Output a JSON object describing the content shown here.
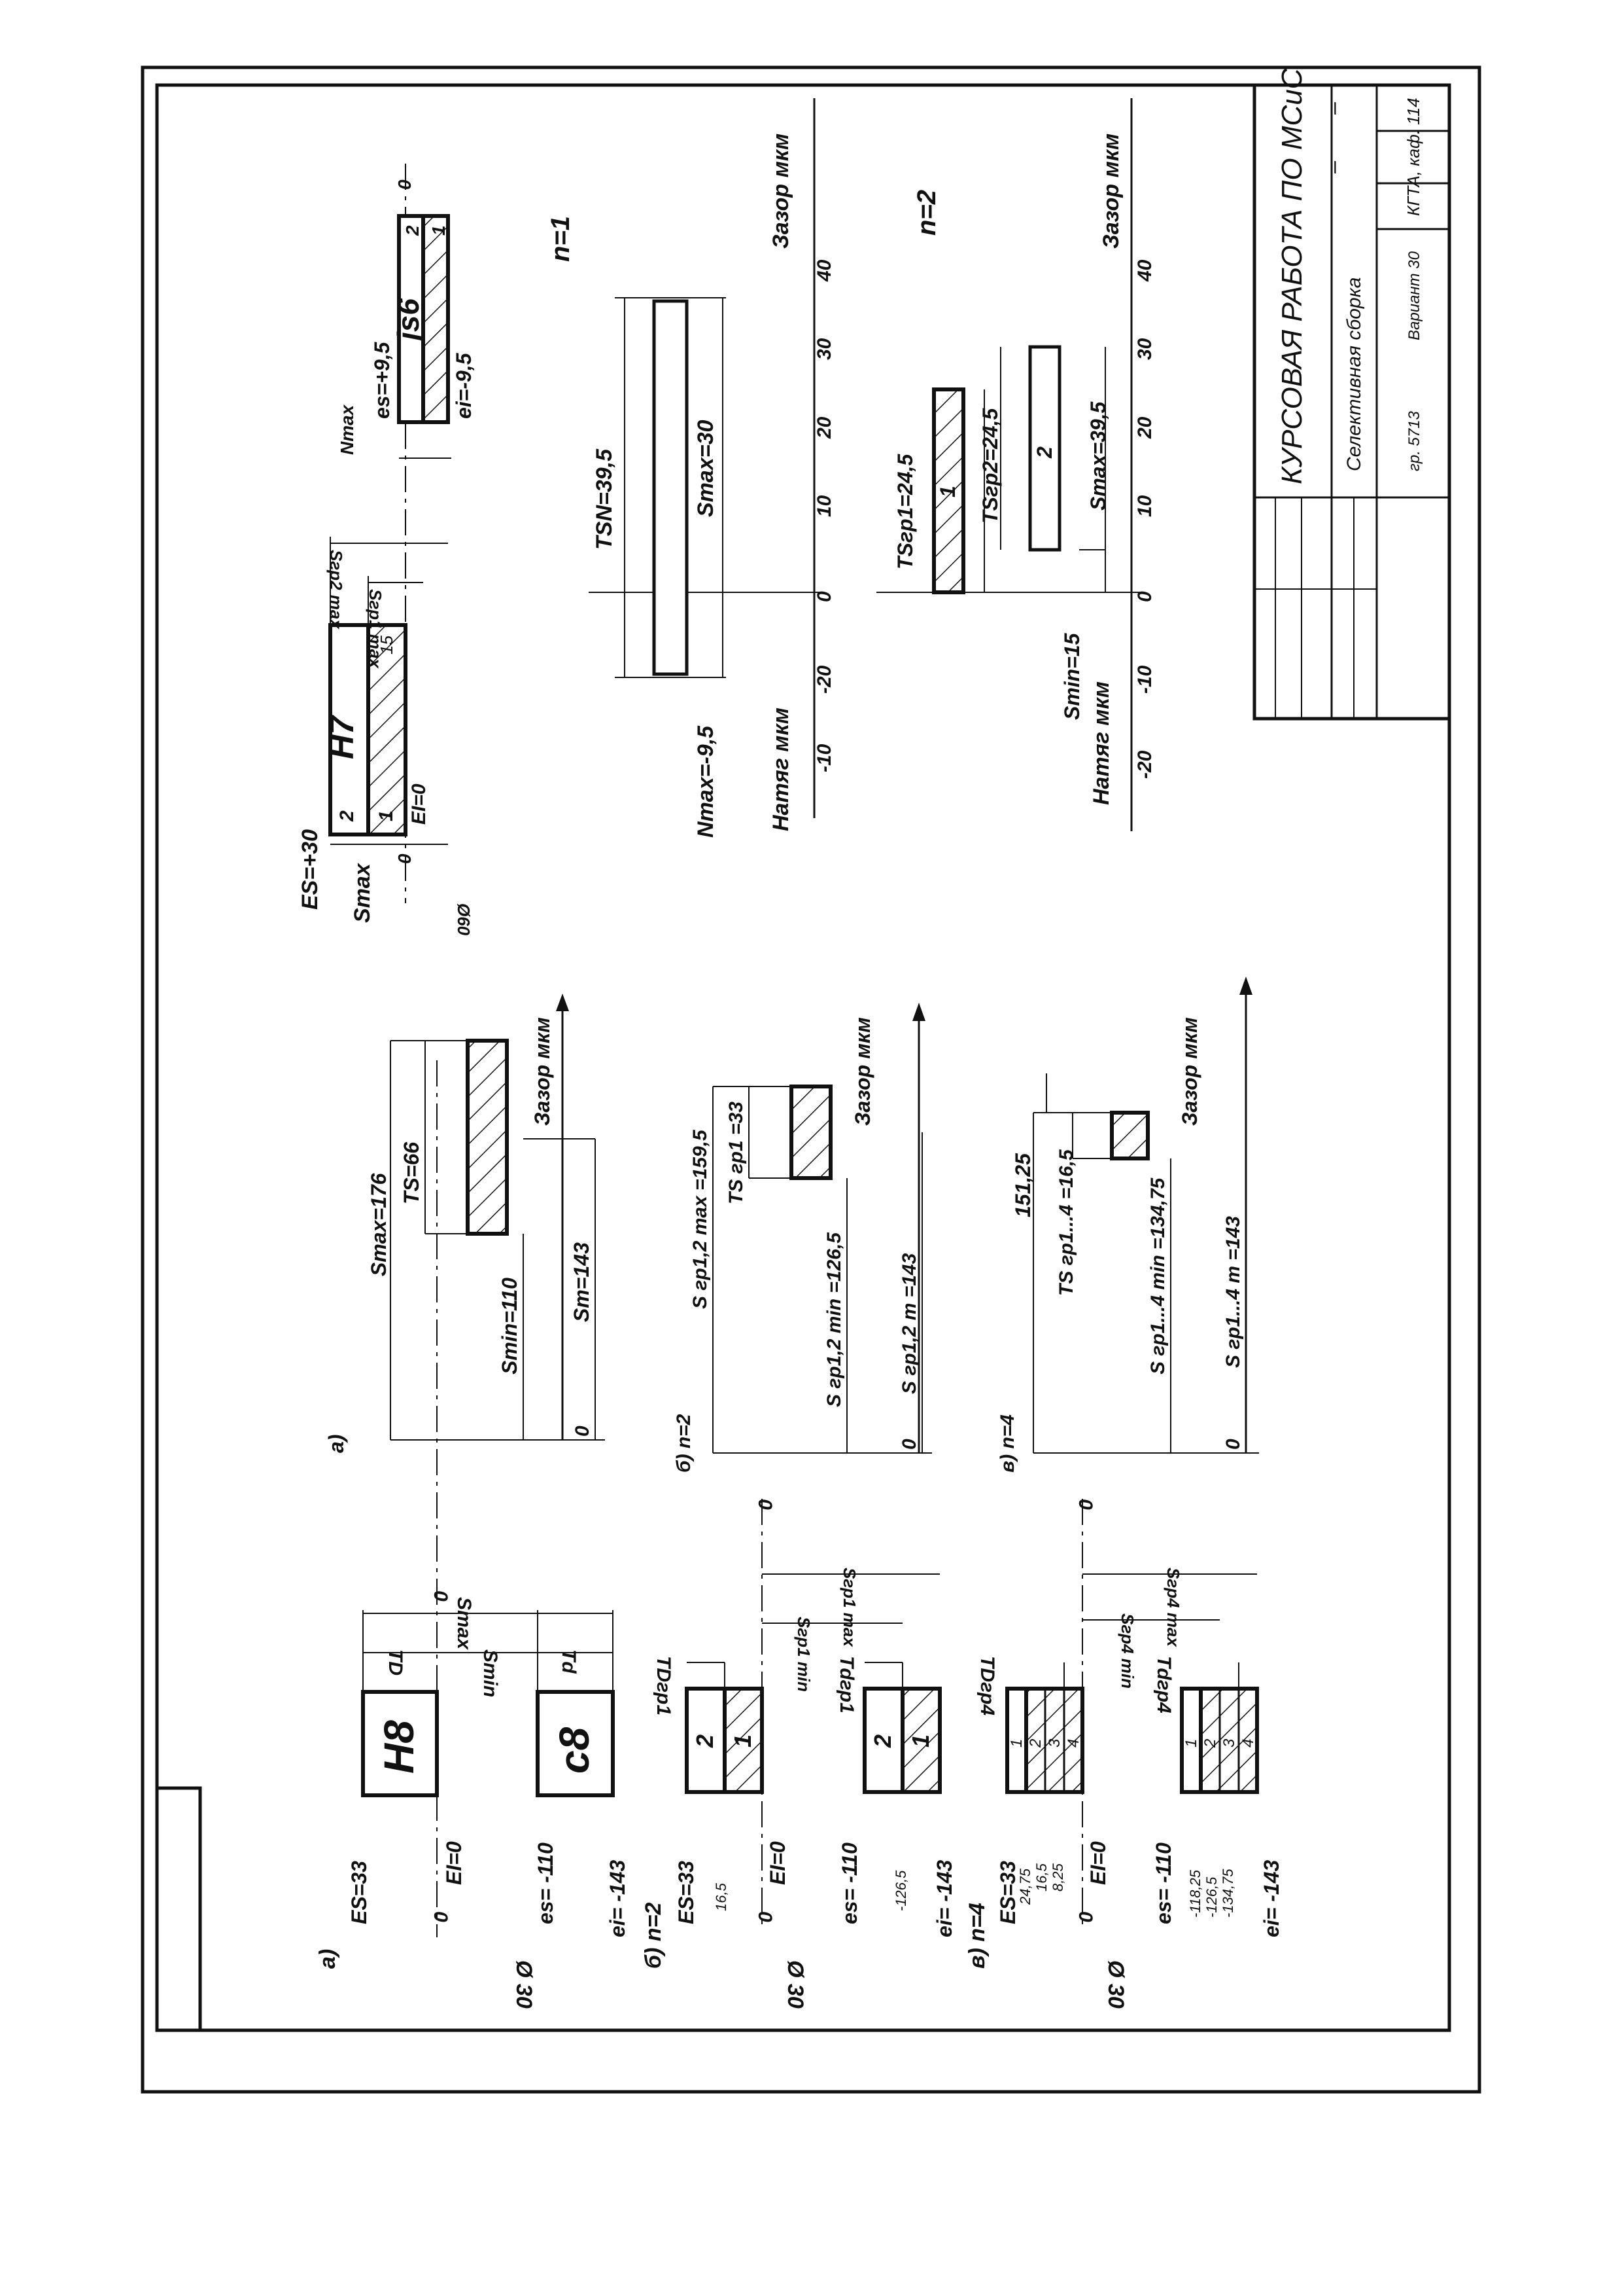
{
  "title_block": {
    "title": "КУРСОВАЯ РАБОТА ПО МСиС",
    "subtitle": "Селективная сборка",
    "group": "гр. 5713",
    "variant": "Вариант 30",
    "org": "КГТА, каф. 114",
    "dash1": "–",
    "dash2": "–"
  },
  "left": {
    "a": {
      "label": "а)",
      "hole": "H8",
      "shaft": "c8",
      "ES": "ES=33",
      "EI": "EI=0",
      "es": "es= -110",
      "ei": "ei= -143",
      "TD": "TD",
      "Td": "Td",
      "Smin": "Smin",
      "Smax": "Smax",
      "diam": "Ø 30",
      "zero": "0"
    },
    "b": {
      "label": "б) n=2",
      "ES": "ES=33",
      "EI": "EI=0",
      "es": "es= -110",
      "ei": "ei= -143",
      "mid_hole": "16,5",
      "mid_shaft": "-126,5",
      "TD": "TDгр1",
      "Td": "Tdгр1",
      "Smin": "Sгр1 min",
      "Smax": "Sгр1 max",
      "g1": "1",
      "g2": "2",
      "diam": "Ø 30",
      "zero": "0"
    },
    "c": {
      "label": "в) n=4",
      "ES": "ES=33",
      "EI": "EI=0",
      "es": "es= -110",
      "ei": "ei= -143",
      "hole_vals": [
        "24,75",
        "16,5",
        "8,25"
      ],
      "shaft_vals": [
        "-118,25",
        "-126,5",
        "-134,75"
      ],
      "TD": "TDгр4",
      "Td": "Tdгр4",
      "Smin": "Sгр4 min",
      "Smax": "Sгр4 max",
      "groups": [
        "1",
        "2",
        "3",
        "4"
      ],
      "diam": "Ø 30",
      "zero": "0"
    }
  },
  "middle": {
    "a": {
      "label": "а)",
      "Smax": "Smax=176",
      "TS": "TS=66",
      "Smin": "Smin=110",
      "Sm": "Sm=143",
      "zero": "0",
      "axis": "Зазор мкм"
    },
    "b": {
      "label": "б) n=2",
      "Smax": "S гр1,2 max =159,5",
      "TS": "TS гр1 =33",
      "Smin": "S гр1,2 min =126,5",
      "Sm": "S гр1,2 m =143",
      "zero": "0",
      "axis": "Зазор мкм"
    },
    "c": {
      "label": "в) n=4",
      "Smax": "151,25",
      "TS": "TS гр1...4 =16,5",
      "Smin": "S гр1...4 min =134,75",
      "Sm": "S гр1...4 m =143",
      "zero": "0",
      "axis": "Зазор мкм"
    }
  },
  "right": {
    "fit": {
      "hole": "H7",
      "shaft": "js6",
      "ES": "ES=+30",
      "EI": "EI=0",
      "es": "es=+9,5",
      "ei": "ei=-9,5",
      "Smax": "Smax",
      "Nmax": "Nmax",
      "Sgr1": "Sгр1 max",
      "Sgr2": "Sгр2 max",
      "g1": "1",
      "g2": "2",
      "hole_mid": "15",
      "diam": "Ø60",
      "zero": "0"
    },
    "n1": {
      "label": "n=1",
      "TSN": "TSN=39,5",
      "Smax": "Smax=30",
      "Nmax": "Nmax=-9,5",
      "axis_pos": "Зазор мкм",
      "axis_neg": "Натяг мкм",
      "ticks": [
        "-10",
        "-20",
        "0",
        "10",
        "20",
        "30",
        "40"
      ]
    },
    "n2": {
      "label": "n=2",
      "TS1": "TSгр1=24,5",
      "TS2": "TSгр2=24,5",
      "Smax": "Smax=39,5",
      "Smin": "Smin=15",
      "g1": "1",
      "g2": "2",
      "axis_pos": "Зазор мкм",
      "axis_neg": "Натяг мкм",
      "ticks": [
        "-20",
        "-10",
        "0",
        "10",
        "20",
        "30",
        "40"
      ]
    }
  }
}
